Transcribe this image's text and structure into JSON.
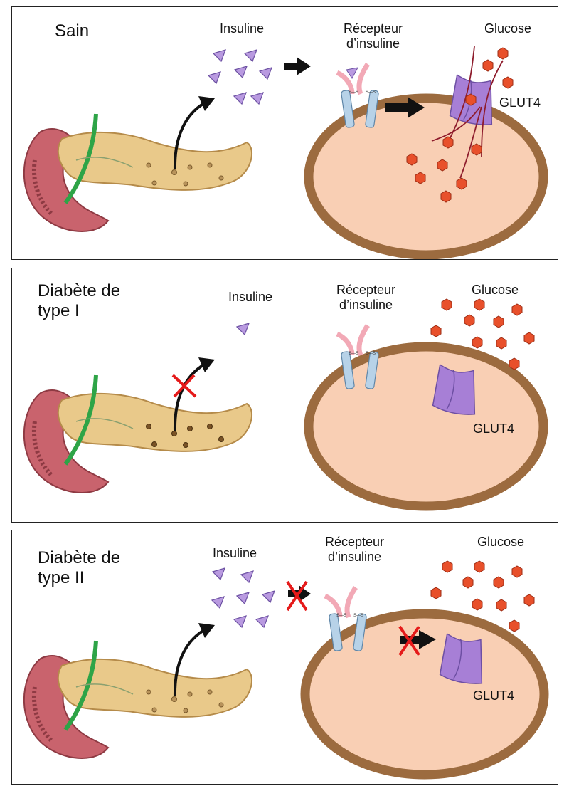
{
  "colors": {
    "cell_membrane": "#9c6b3f",
    "cytoplasm": "#f9cfb4",
    "glucose": "#e8502b",
    "insulin": "#b99ae0",
    "glut4": "#a77fd6",
    "pancreas": "#e9c98a",
    "duodenum": "#c9636d",
    "bile_duct": "#2ea447",
    "receptor_blue": "#b7d2e8",
    "receptor_pink": "#f2a9b6",
    "cross": "#e51a1a",
    "arrow": "#111111"
  },
  "panels": [
    {
      "title": "Sain",
      "insulin_label": "Insuline",
      "receptor_label": "Récepteur\nd’insuline",
      "glucose_label": "Glucose",
      "glut_label": "GLUT4",
      "receptor_symbol": "S—S",
      "state": "healthy"
    },
    {
      "title": "Diabète de\ntype I",
      "insulin_label": "Insuline",
      "receptor_label": "Récepteur\nd’insuline",
      "glucose_label": "Glucose",
      "glut_label": "GLUT4",
      "receptor_symbol": "S—S",
      "state": "type1"
    },
    {
      "title": "Diabète de\ntype II",
      "insulin_label": "Insuline",
      "receptor_label": "Récepteur\nd’insuline",
      "glucose_label": "Glucose",
      "glut_label": "GLUT4",
      "receptor_symbol": "S—S",
      "state": "type2"
    }
  ]
}
